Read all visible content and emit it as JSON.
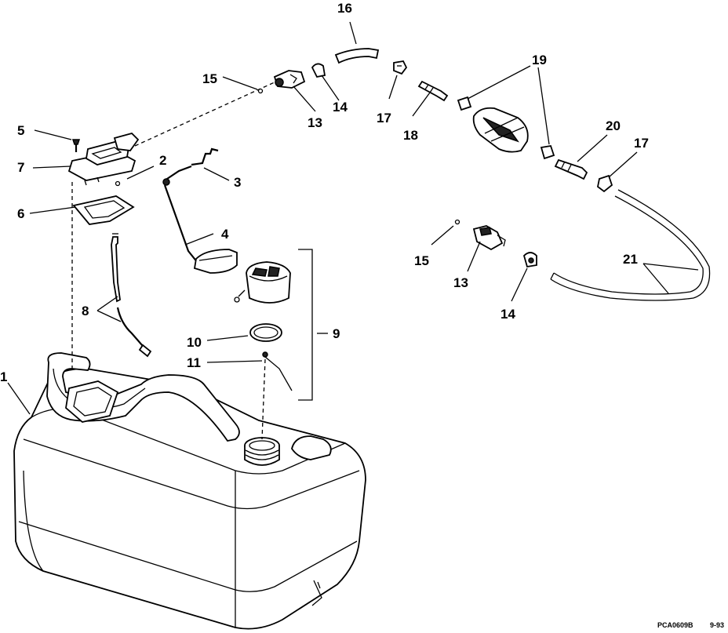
{
  "callouts": {
    "c1": "1",
    "c2": "2",
    "c3": "3",
    "c4": "4",
    "c5": "5",
    "c6": "6",
    "c7": "7",
    "c8": "8",
    "c9": "9",
    "c10": "10",
    "c11": "11",
    "c13a": "13",
    "c13b": "13",
    "c14a": "14",
    "c14b": "14",
    "c15a": "15",
    "c15b": "15",
    "c16": "16",
    "c17a": "17",
    "c17b": "17",
    "c18": "18",
    "c19": "19",
    "c20": "20",
    "c21": "21"
  },
  "footer": {
    "code": "PCA0609B",
    "date": "9-93"
  }
}
